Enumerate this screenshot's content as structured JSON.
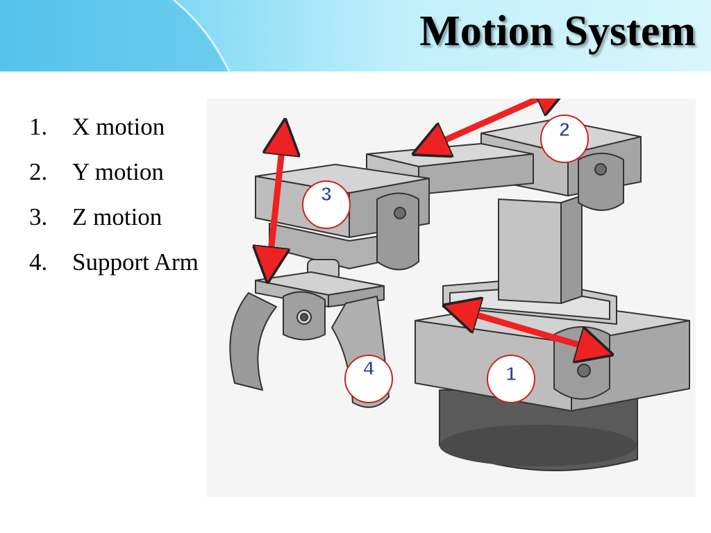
{
  "slide": {
    "title": "Motion System",
    "list": [
      {
        "number": "1.",
        "label": "X motion"
      },
      {
        "number": "2.",
        "label": "Y motion"
      },
      {
        "number": "3.",
        "label": "Z motion"
      },
      {
        "number": "4.",
        "label": "Support Arm"
      }
    ]
  },
  "diagram": {
    "markers": [
      {
        "label": "1"
      },
      {
        "label": "2"
      },
      {
        "label": "3"
      },
      {
        "label": "4"
      }
    ]
  },
  "colors": {
    "header_accent": "#5cc8ee",
    "arrow": "#ee2222",
    "marker_text": "#2a3f9f",
    "marker_ring": "#cc2222"
  }
}
